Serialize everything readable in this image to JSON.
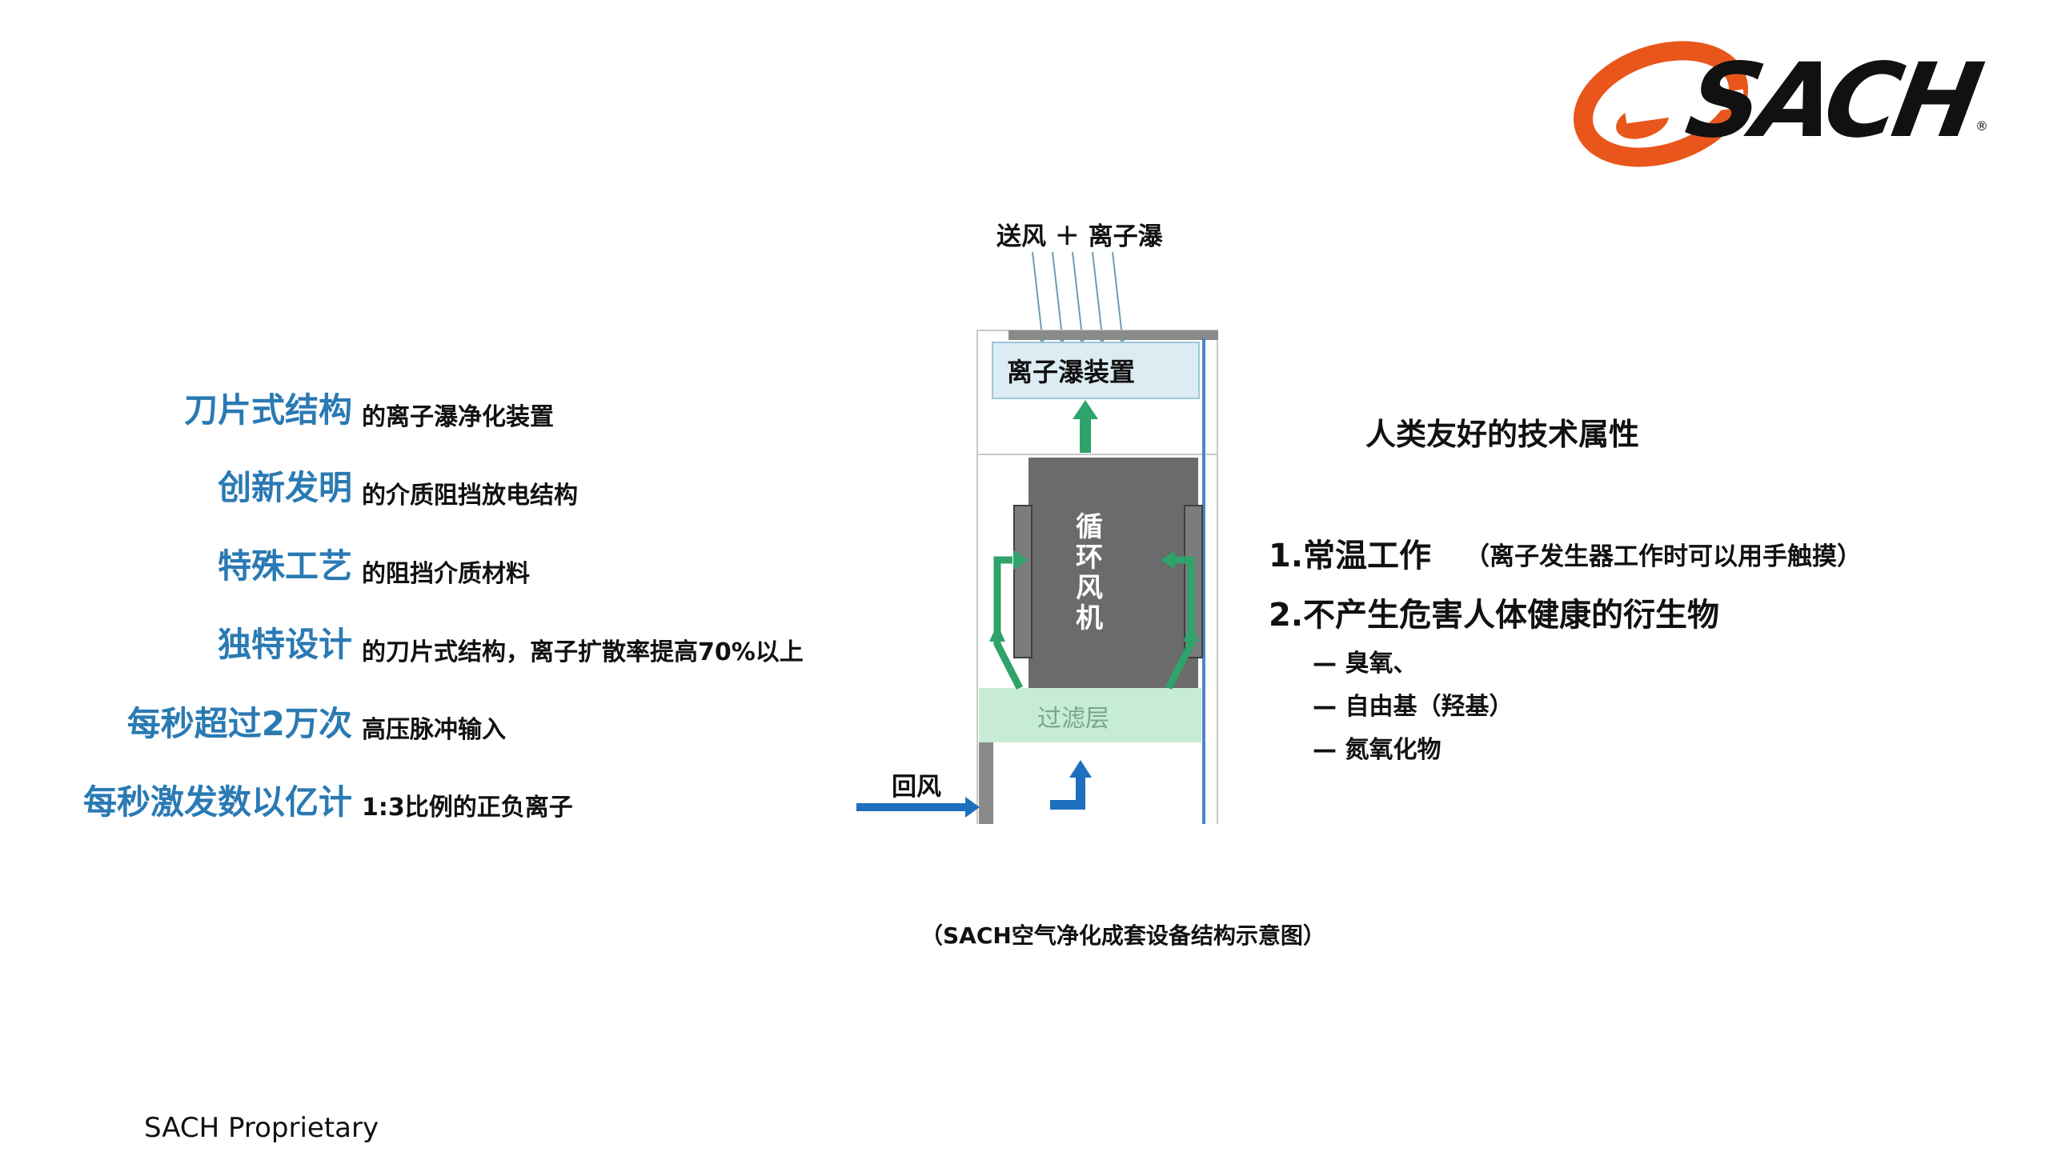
{
  "logo": {
    "text": "SACH",
    "registered": "®",
    "colors": {
      "swoosh": "#e8561c",
      "letters": "#111111"
    }
  },
  "features": [
    {
      "key": "刀片式结构",
      "desc": "的离子瀑净化装置"
    },
    {
      "key": "创新发明",
      "desc": "的介质阻挡放电结构"
    },
    {
      "key": "特殊工艺",
      "desc": "的阻挡介质材料"
    },
    {
      "key": "独特设计",
      "desc": "的刀片式结构，离子扩散率提高70%以上"
    },
    {
      "key": "每秒超过2万次",
      "desc": "高压脉冲输入"
    },
    {
      "key": "每秒激发数以亿计",
      "desc": "1:3比例的正负离子"
    }
  ],
  "diagram": {
    "top_label": "送风 ＋ 离子瀑",
    "device_label": "离子瀑装置",
    "fan_label": "循环风机",
    "filter_label": "过滤层",
    "return_label": "回风",
    "caption": "（SACH空气净化成套设备结构示意图）",
    "colors": {
      "fan": "#6b6b6b",
      "device": "#dcecf2",
      "filter": "#c6ecd6",
      "green_arrow": "#2ea36a",
      "blue_arrow": "#1f6fbf"
    }
  },
  "humane": {
    "title": "人类友好的技术属性",
    "item1": "1.常温工作",
    "item1_note": "（离子发生器工作时可以用手触摸）",
    "item2": "2.不产生危害人体健康的衍生物",
    "subs": [
      "— 臭氧、",
      "— 自由基（羟基）",
      "— 氮氧化物"
    ]
  },
  "footer": {
    "text": "SACH Proprietary"
  }
}
